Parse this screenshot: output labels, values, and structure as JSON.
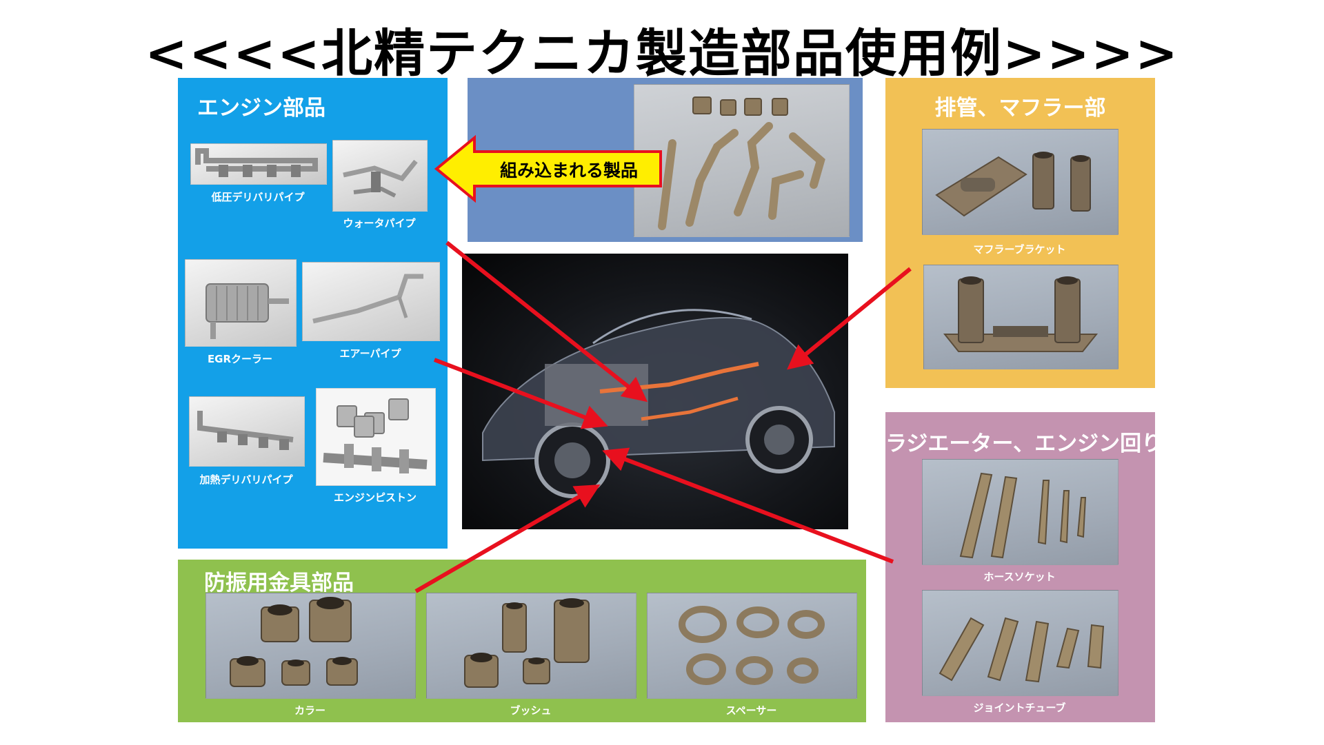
{
  "title": "<<<<北精テクニカ製造部品使用例>>>>",
  "panels": {
    "engine": {
      "title": "エンジン部品",
      "items": [
        {
          "label": "低圧デリバリパイプ",
          "icon": "delivery-pipe-icon"
        },
        {
          "label": "ウォータパイプ",
          "icon": "water-pipe-icon"
        },
        {
          "label": "EGRクーラー",
          "icon": "egr-cooler-icon"
        },
        {
          "label": "エアーパイプ",
          "icon": "air-pipe-icon"
        },
        {
          "label": "加熱デリバリパイプ",
          "icon": "heated-delivery-pipe-icon"
        },
        {
          "label": "エンジンピストン",
          "icon": "engine-piston-icon"
        }
      ]
    },
    "center": {
      "callout": "組み込まれる製品"
    },
    "exhaust": {
      "title": "排管、マフラー部",
      "items": [
        {
          "label": "マフラーブラケット",
          "icon": "muffler-bracket-icon"
        },
        {
          "label": "",
          "icon": "muffler-bracket-2-icon"
        }
      ]
    },
    "radiator": {
      "title": "ラジエーター、エンジン回り",
      "items": [
        {
          "label": "ホースソケット",
          "icon": "hose-socket-icon"
        },
        {
          "label": "ジョイントチューブ",
          "icon": "joint-tube-icon"
        }
      ]
    },
    "antivibration": {
      "title": "防振用金具部品",
      "items": [
        {
          "label": "カラー",
          "icon": "collar-icon"
        },
        {
          "label": "ブッシュ",
          "icon": "bush-icon"
        },
        {
          "label": "スペーサー",
          "icon": "spacer-icon"
        }
      ]
    }
  },
  "colors": {
    "engine_panel": "#13a0e8",
    "center_panel": "#6b8fc5",
    "exhaust_panel": "#f2c155",
    "radiator_panel": "#c493b0",
    "antivibration_panel": "#8fc14e",
    "arrow": "#e8101e",
    "callout_fill": "#ffee00"
  }
}
